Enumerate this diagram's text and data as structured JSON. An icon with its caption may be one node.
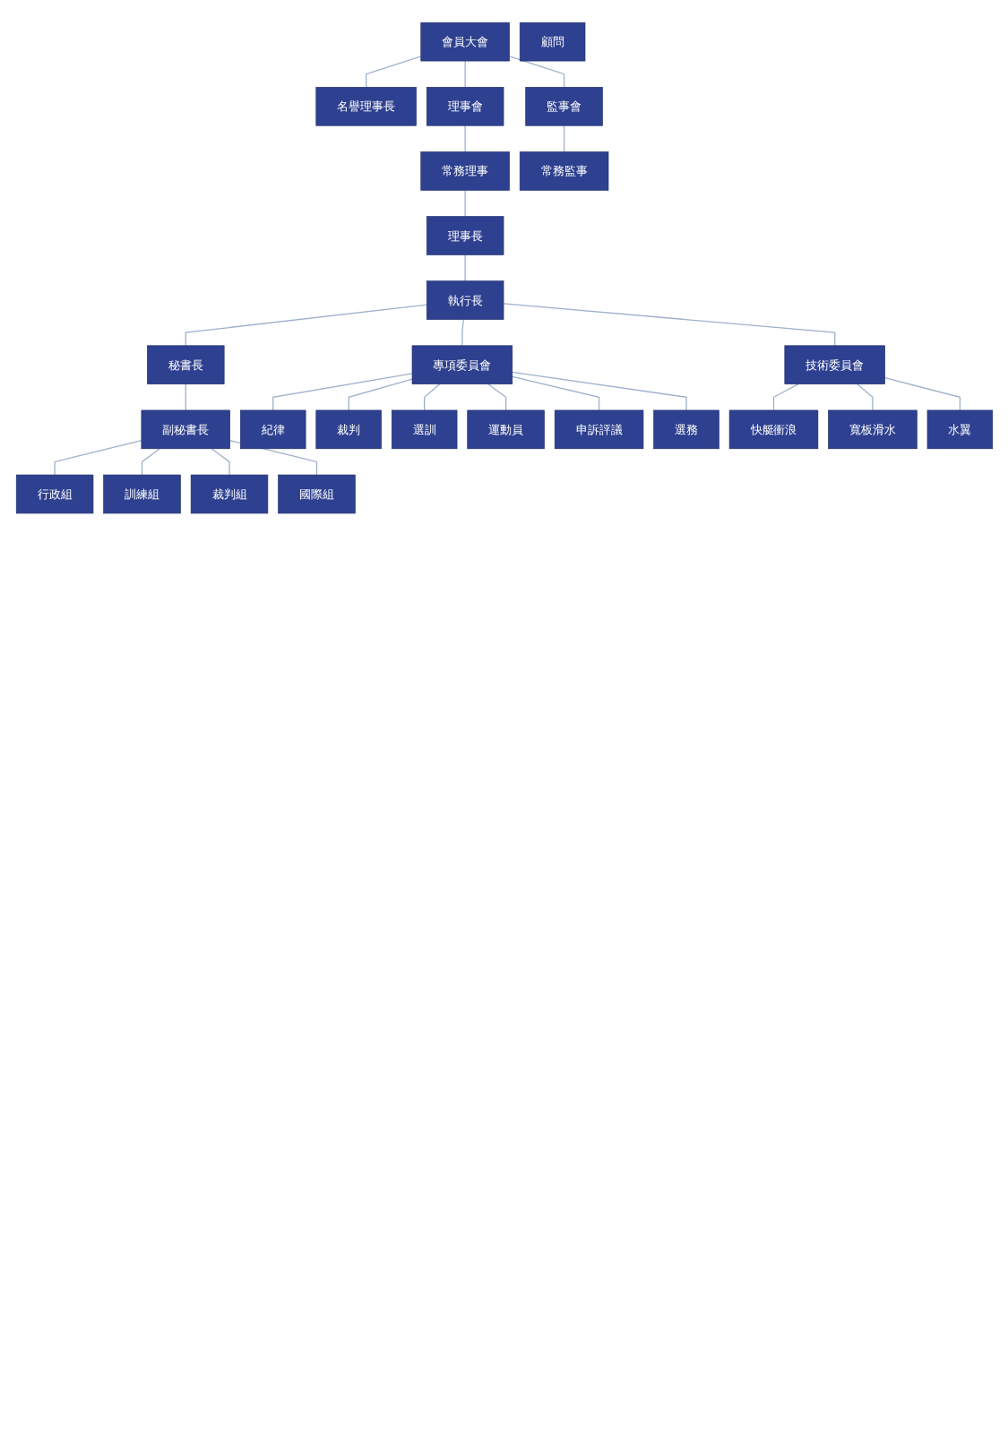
{
  "diagram": {
    "nodes": [
      {
        "text": [
          "會員大會"
        ]
      },
      {
        "text": [
          "名譽理事長"
        ]
      },
      {
        "text": [
          "理事會"
        ]
      },
      {
        "text": [
          "監事會"
        ]
      },
      {
        "text": [
          "常務理事"
        ]
      },
      {
        "text": [
          "常務監事"
        ]
      },
      {
        "text": [
          "顧問"
        ]
      },
      {
        "text": [
          "理事長"
        ]
      },
      {
        "text": [
          "執行長"
        ]
      },
      {
        "text": [
          "秘書長"
        ]
      },
      {
        "text": [
          "專項委員會"
        ]
      },
      {
        "text": [
          "技術委員會"
        ]
      },
      {
        "text": [
          "副秘書長"
        ]
      },
      {
        "text": [
          "紀律"
        ]
      },
      {
        "text": [
          "快艇衝浪"
        ]
      },
      {
        "text": [
          "行政組"
        ]
      },
      {
        "text": [
          "裁判"
        ]
      },
      {
        "text": [
          "寬板滑水"
        ]
      },
      {
        "text": [
          "訓練組"
        ]
      },
      {
        "text": [
          "選訓"
        ]
      },
      {
        "text": [
          "水翼"
        ]
      },
      {
        "text": [
          "裁判組"
        ]
      },
      {
        "text": [
          "運動員"
        ]
      },
      {
        "text": [
          "國際組"
        ]
      },
      {
        "text": [
          "申訴評議"
        ]
      },
      {
        "text": [
          "選務"
        ]
      }
    ],
    "edges": [
      {
        "from": 0,
        "to": 1,
        "arrow": "none"
      },
      {
        "from": 0,
        "to": 2,
        "arrow": "none"
      },
      {
        "from": 0,
        "to": 3,
        "arrow": "none"
      },
      {
        "from": 2,
        "to": 4,
        "arrow": "none"
      },
      {
        "from": 3,
        "to": 5,
        "arrow": "none"
      },
      {
        "from": 4,
        "to": 7,
        "arrow": "none"
      },
      {
        "from": 7,
        "to": 8,
        "arrow": "none"
      },
      {
        "from": 8,
        "to": 9,
        "arrow": "none"
      },
      {
        "from": 8,
        "to": 10,
        "arrow": "none"
      },
      {
        "from": 8,
        "to": 11,
        "arrow": "none"
      },
      {
        "from": 9,
        "to": 12,
        "arrow": "none"
      },
      {
        "from": 12,
        "to": 15,
        "arrow": "none"
      },
      {
        "from": 12,
        "to": 18,
        "arrow": "none"
      },
      {
        "from": 12,
        "to": 21,
        "arrow": "none"
      },
      {
        "from": 12,
        "to": 23,
        "arrow": "none"
      },
      {
        "from": 10,
        "to": 13,
        "arrow": "none"
      },
      {
        "from": 10,
        "to": 16,
        "arrow": "none"
      },
      {
        "from": 10,
        "to": 19,
        "arrow": "none"
      },
      {
        "from": 10,
        "to": 22,
        "arrow": "none"
      },
      {
        "from": 10,
        "to": 24,
        "arrow": "none"
      },
      {
        "from": 10,
        "to": 25,
        "arrow": "none"
      },
      {
        "from": 11,
        "to": 14,
        "arrow": "none"
      },
      {
        "from": 11,
        "to": 17,
        "arrow": "none"
      },
      {
        "from": 11,
        "to": 20,
        "arrow": "none"
      }
    ]
  }
}
